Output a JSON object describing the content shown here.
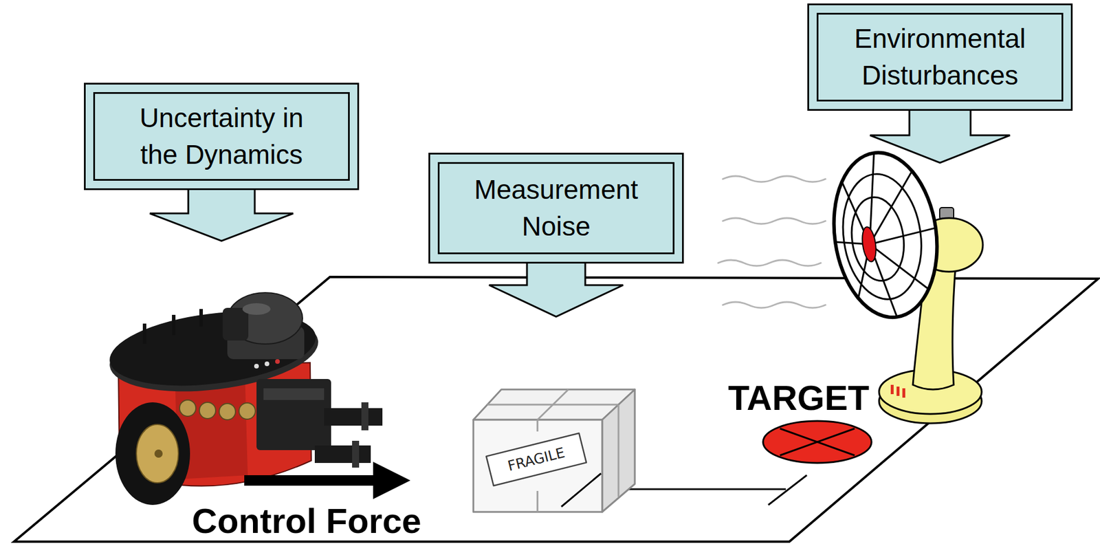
{
  "diagram": {
    "nodes": [
      {
        "text": [
          "Uncertainty in the Dynamics"
        ]
      },
      {
        "text": [
          "Measurement Noise"
        ]
      },
      {
        "text": [
          "Environmental Disturbances"
        ]
      }
    ],
    "labels": [
      "Control Force",
      "FRAGILE",
      "TARGET"
    ]
  }
}
